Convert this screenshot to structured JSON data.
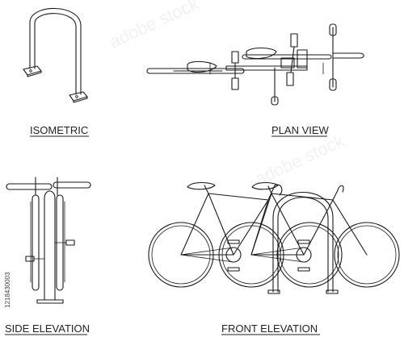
{
  "labels": {
    "isometric": "ISOMETRIC",
    "plan_view": "PLAN VIEW",
    "side_elevation": "SIDE ELEVATION",
    "front_elevation": "FRONT ELEVATION"
  },
  "stock_id": "1218430003",
  "watermark": "adobe stock",
  "colors": {
    "line": "#1a1a1a",
    "background": "#ffffff",
    "text": "#222222"
  }
}
